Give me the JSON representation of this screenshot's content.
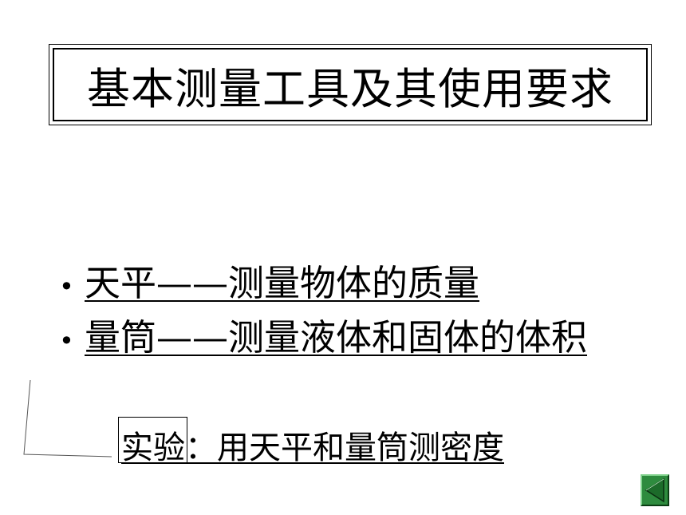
{
  "slide": {
    "title": "基本测量工具及其使用要求",
    "bullets": [
      {
        "marker": "•",
        "text": "天平——测量物体的质量"
      },
      {
        "marker": "•",
        "text": "量筒——测量液体和固体的体积"
      }
    ],
    "experiment": "实验：用天平和量筒测密度"
  },
  "nav": {
    "back_icon": "triangle-left-icon",
    "button_color": "#2e8b3e"
  }
}
